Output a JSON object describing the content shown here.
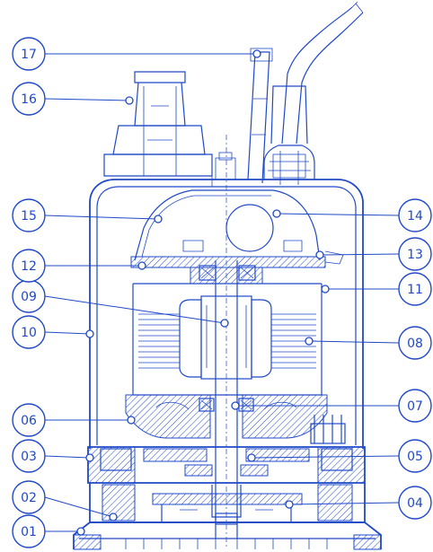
{
  "callouts": [
    {
      "id": "01",
      "label": "01"
    },
    {
      "id": "02",
      "label": "02"
    },
    {
      "id": "03",
      "label": "03"
    },
    {
      "id": "04",
      "label": "04"
    },
    {
      "id": "05",
      "label": "05"
    },
    {
      "id": "06",
      "label": "06"
    },
    {
      "id": "07",
      "label": "07"
    },
    {
      "id": "08",
      "label": "08"
    },
    {
      "id": "09",
      "label": "09"
    },
    {
      "id": "10",
      "label": "10"
    },
    {
      "id": "11",
      "label": "11"
    },
    {
      "id": "12",
      "label": "12"
    },
    {
      "id": "13",
      "label": "13"
    },
    {
      "id": "14",
      "label": "14"
    },
    {
      "id": "15",
      "label": "15"
    },
    {
      "id": "16",
      "label": "16"
    },
    {
      "id": "17",
      "label": "17"
    }
  ],
  "colors": {
    "ink": "#1f49c7",
    "paper": "#ffffff"
  }
}
